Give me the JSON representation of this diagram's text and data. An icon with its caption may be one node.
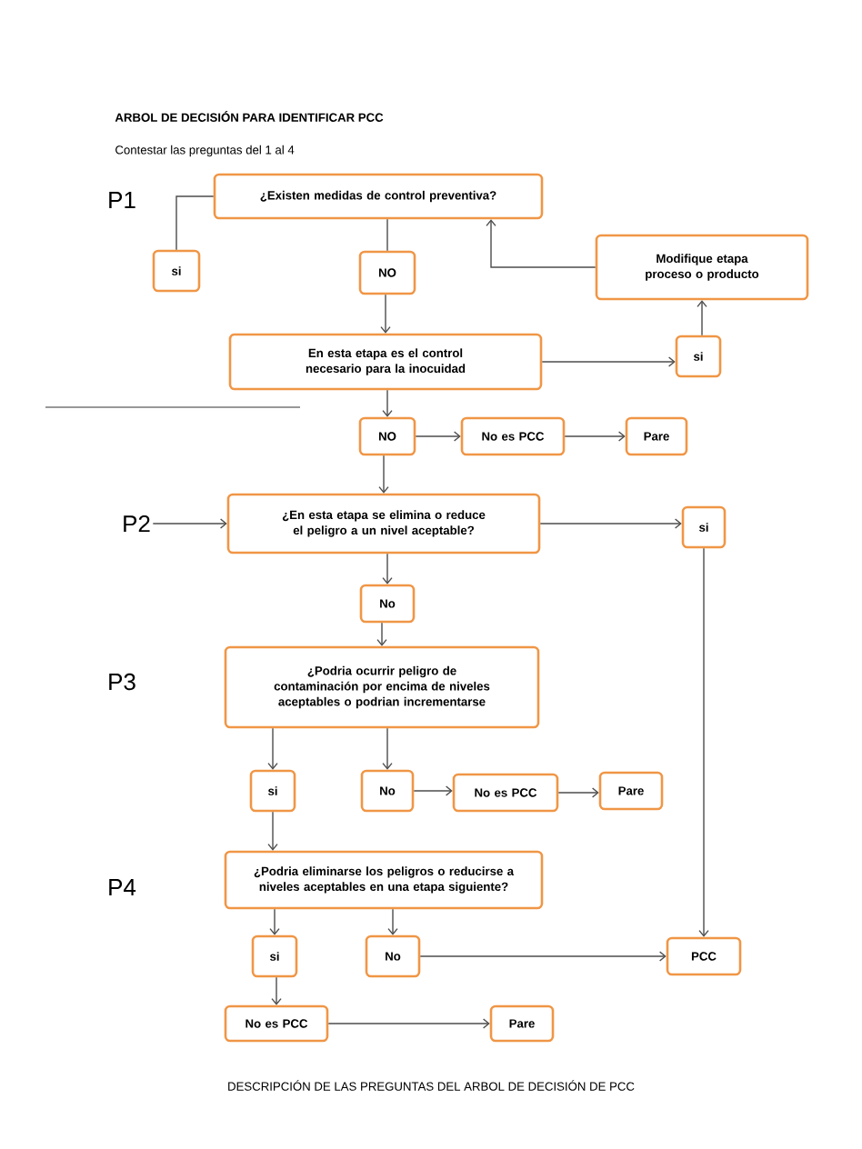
{
  "diagram": {
    "title": "ARBOL DE DECISIÓN PARA IDENTIFICAR PCC",
    "nodes": [
      {
        "text": [
          "¿Existen medidas de control preventiva?"
        ]
      },
      {
        "text": [
          "si"
        ]
      },
      {
        "text": [
          "NO"
        ]
      },
      {
        "text": [
          "Modifique etapa proceso o producto"
        ]
      },
      {
        "text": [
          "En esta etapa es el control necesario para la inocuidad"
        ]
      },
      {
        "text": [
          "si"
        ]
      },
      {
        "text": [
          "NO"
        ]
      },
      {
        "text": [
          "No es PCC"
        ]
      },
      {
        "text": [
          "Pare"
        ]
      },
      {
        "text": [
          "P2"
        ]
      },
      {
        "text": [
          "¿En esta etapa se elimina  o reduce el peligro a un nivel aceptable?"
        ]
      },
      {
        "text": [
          "si"
        ]
      },
      {
        "text": [
          "No"
        ]
      },
      {
        "text": [
          "¿Podria ocurrir peligro de contaminación por encima de niveles aceptables o podrian incrementarse"
        ]
      },
      {
        "text": [
          "si"
        ]
      },
      {
        "text": [
          "No"
        ]
      },
      {
        "text": [
          "No es PCC"
        ]
      },
      {
        "text": [
          "Pare"
        ]
      },
      {
        "text": [
          "¿Podria eliminarse los peligros o reducirse a niveles aceptables en una etapa siguiente?"
        ]
      },
      {
        "text": [
          "si"
        ]
      },
      {
        "text": [
          "No"
        ]
      },
      {
        "text": [
          "PCC"
        ]
      },
      {
        "text": [
          "No es PCC"
        ]
      },
      {
        "text": [
          "Pare"
        ]
      }
    ],
    "edges": [
      {
        "from": 0,
        "to": 1,
        "arrow": "none"
      },
      {
        "from": 0,
        "to": 2,
        "arrow": "none"
      },
      {
        "from": 2,
        "to": 4,
        "arrow": "to"
      },
      {
        "from": 4,
        "to": 5,
        "arrow": "to"
      },
      {
        "from": 5,
        "to": 3,
        "arrow": "to"
      },
      {
        "from": 3,
        "to": 0,
        "arrow": "to"
      },
      {
        "from": 4,
        "to": 6,
        "arrow": "to"
      },
      {
        "from": 6,
        "to": 7,
        "arrow": "to"
      },
      {
        "from": 7,
        "to": 8,
        "arrow": "to"
      },
      {
        "from": 6,
        "to": 10,
        "arrow": "to"
      },
      {
        "from": 9,
        "to": 10,
        "arrow": "to"
      },
      {
        "from": 10,
        "to": 11,
        "arrow": "to"
      },
      {
        "from": 10,
        "to": 12,
        "arrow": "to"
      },
      {
        "from": 11,
        "to": 21,
        "arrow": "to"
      },
      {
        "from": 12,
        "to": 13,
        "arrow": "to"
      },
      {
        "from": 13,
        "to": 14,
        "arrow": "to"
      },
      {
        "from": 13,
        "to": 15,
        "arrow": "to"
      },
      {
        "from": 15,
        "to": 16,
        "arrow": "to"
      },
      {
        "from": 16,
        "to": 17,
        "arrow": "to"
      },
      {
        "from": 14,
        "to": 18,
        "arrow": "to"
      },
      {
        "from": 18,
        "to": 19,
        "arrow": "to"
      },
      {
        "from": 18,
        "to": 20,
        "arrow": "to"
      },
      {
        "from": 20,
        "to": 21,
        "arrow": "to"
      },
      {
        "from": 19,
        "to": 22,
        "arrow": "to"
      },
      {
        "from": 22,
        "to": 23,
        "arrow": "to"
      }
    ],
    "labels": [
      "Contestar las preguntas del 1 al 4",
      "P1",
      "P3",
      "P4",
      "DESCRIPCIÓN DE LAS PREGUNTAS DEL ARBOL DE DECISIÓN DE PCC"
    ]
  }
}
